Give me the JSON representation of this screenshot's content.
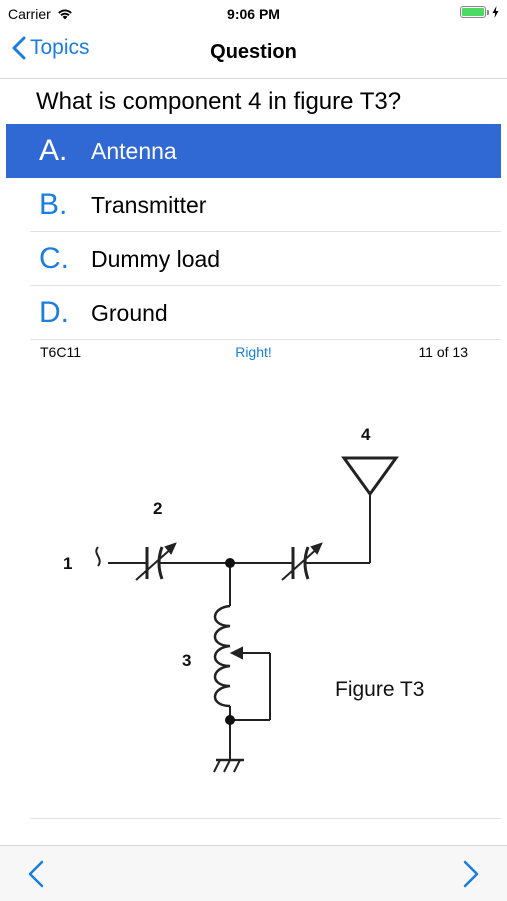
{
  "status_bar": {
    "carrier": "Carrier",
    "time": "9:06 PM"
  },
  "nav": {
    "back_label": "Topics",
    "title": "Question"
  },
  "question": "What is component 4 in figure T3?",
  "answers": [
    {
      "letter": "A.",
      "text": "Antenna",
      "selected": true
    },
    {
      "letter": "B.",
      "text": "Transmitter",
      "selected": false
    },
    {
      "letter": "C.",
      "text": "Dummy load",
      "selected": false
    },
    {
      "letter": "D.",
      "text": "Ground",
      "selected": false
    }
  ],
  "info": {
    "code": "T6C11",
    "result": "Right!",
    "progress": "11 of 13"
  },
  "figure": {
    "caption": "Figure T3",
    "labels": {
      "one": "1",
      "two": "2",
      "three": "3",
      "four": "4"
    }
  },
  "toolbar": {
    "prev_icon": "chevron-left-icon",
    "next_icon": "chevron-right-icon"
  },
  "colors": {
    "accent": "#1a7de0",
    "selected_bg": "#3068d4"
  }
}
